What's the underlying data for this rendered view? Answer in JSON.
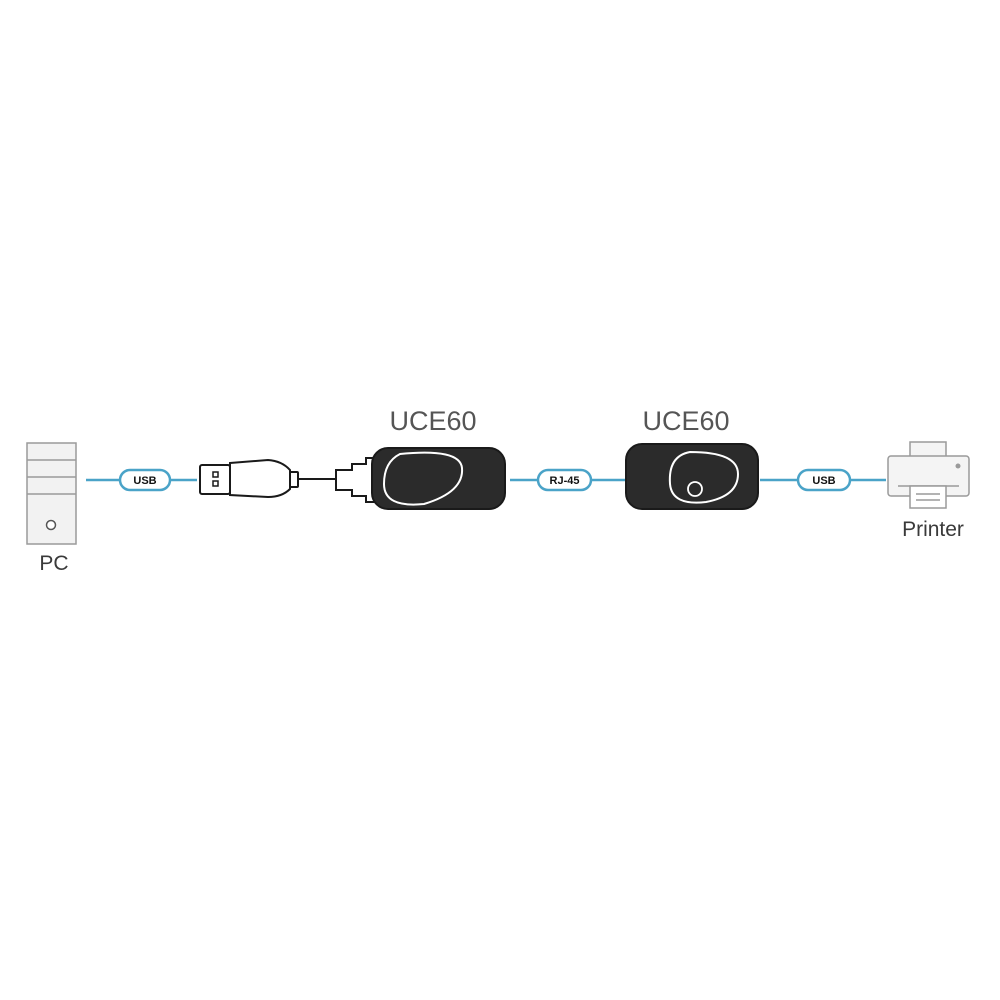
{
  "pc": {
    "label": "PC",
    "icon": "desktop-tower-icon"
  },
  "printer": {
    "label": "Printer",
    "icon": "printer-icon"
  },
  "local_unit": {
    "title": "UCE60"
  },
  "remote_unit": {
    "title": "UCE60"
  },
  "connections": {
    "pc_to_local": "USB",
    "local_to_remote": "RJ-45",
    "remote_to_printer": "USB"
  },
  "colors": {
    "cable": "#4aa3c8",
    "outline": "#1a1a1a",
    "device_fill": "#2b2b2b",
    "pc_fill": "#f2f2f2",
    "pc_stroke": "#9a9a9a",
    "printer_fill": "#f4f4f4",
    "printer_stroke": "#9a9a9a"
  }
}
